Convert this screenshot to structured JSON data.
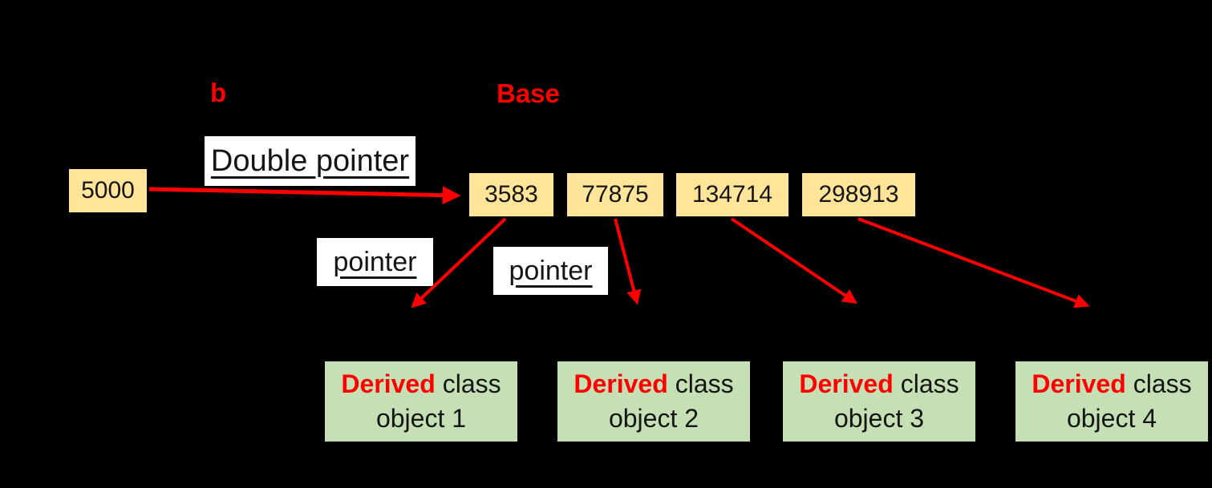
{
  "colors": {
    "background": "#000000",
    "box_yellow": "#ffe599",
    "box_green": "#c5e0b4",
    "label_red": "#ff0000",
    "arrow_red": "#ff0000",
    "box_white": "#ffffff",
    "text_black": "#151515"
  },
  "labels": {
    "pointer_variable": "b",
    "base_class": "Base",
    "double_pointer": "Double pointer",
    "pointer_left": "pointer",
    "pointer_right": "pointer"
  },
  "memory": {
    "double_pointer_value": "5000",
    "base_pointer_addresses": [
      "3583",
      "77875",
      "134714",
      "298913"
    ]
  },
  "derived_objects": [
    {
      "class_word": "Derived",
      "class_suffix": "class",
      "object_label": "object 1"
    },
    {
      "class_word": "Derived",
      "class_suffix": "class",
      "object_label": "object 2"
    },
    {
      "class_word": "Derived",
      "class_suffix": "class",
      "object_label": "object 3"
    },
    {
      "class_word": "Derived",
      "class_suffix": "class",
      "object_label": "object 4"
    }
  ]
}
